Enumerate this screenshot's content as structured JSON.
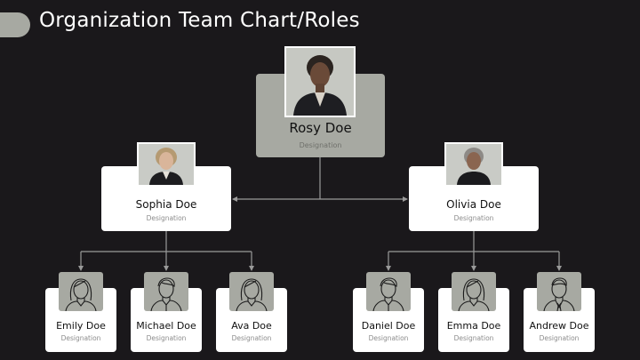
{
  "title": "Organization Team Chart/Roles",
  "colors": {
    "background": "#1a181b",
    "accent": "#a7a9a2",
    "card": "#ffffff",
    "connector": "#9a9a9a"
  },
  "root": {
    "name": "Rosy Doe",
    "designation": "Designation",
    "photo": "portrait-photo"
  },
  "managers": [
    {
      "name": "Sophia Doe",
      "designation": "Designation",
      "photo": "portrait-photo"
    },
    {
      "name": "Olivia Doe",
      "designation": "Designation",
      "photo": "portrait-photo"
    }
  ],
  "members": [
    {
      "name": "Emily Doe",
      "designation": "Designation",
      "icon": "female-avatar-icon"
    },
    {
      "name": "Michael Doe",
      "designation": "Designation",
      "icon": "male-avatar-icon"
    },
    {
      "name": "Ava Doe",
      "designation": "Designation",
      "icon": "female-avatar-icon"
    },
    {
      "name": "Daniel Doe",
      "designation": "Designation",
      "icon": "male-avatar-icon"
    },
    {
      "name": "Emma Doe",
      "designation": "Designation",
      "icon": "female-avatar-icon"
    },
    {
      "name": "Andrew Doe",
      "designation": "Designation",
      "icon": "male-suit-avatar-icon"
    }
  ]
}
